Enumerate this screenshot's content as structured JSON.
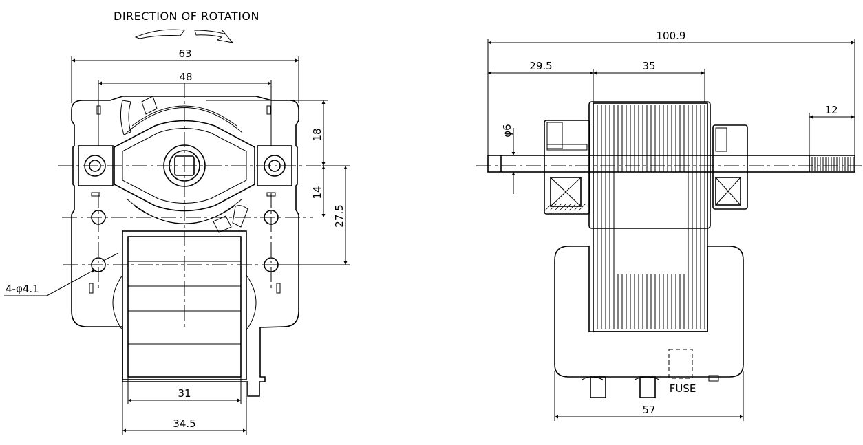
{
  "title": "DIRECTION OF ROTATION",
  "front_view": {
    "dims": {
      "width_overall": "63",
      "mount_spacing": "48",
      "upper_offset": "18",
      "lower_offset": "14",
      "hole_spacing": "27.5",
      "hole_callout": "4-φ4.1",
      "coil_inner": "31",
      "coil_outer": "34.5"
    }
  },
  "side_view": {
    "dims": {
      "length_overall": "100.9",
      "front_section": "29.5",
      "core_stack": "35",
      "shaft_end": "12",
      "shaft_dia": "φ6",
      "base_width": "57"
    },
    "fuse_label": "FUSE"
  }
}
